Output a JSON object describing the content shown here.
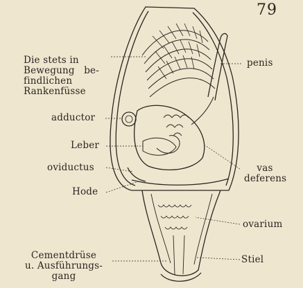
{
  "page_number": "79",
  "labels": {
    "rankenfuesse": "Die stets in\nBewegung   be-\nfindlichen\nRankenfüsse",
    "adductor": "adductor",
    "leber": "Leber",
    "oviductus": "oviductus",
    "hode": "Hode",
    "cementdruese": "Cementdrüse\nu. Ausführungs-\ngang",
    "penis": "penis",
    "vas_deferens": "vas\ndeferens",
    "ovarium": "ovarium",
    "stiel": "Stiel"
  },
  "colors": {
    "paper": "#efe6cf",
    "ink": "#2a2420"
  }
}
